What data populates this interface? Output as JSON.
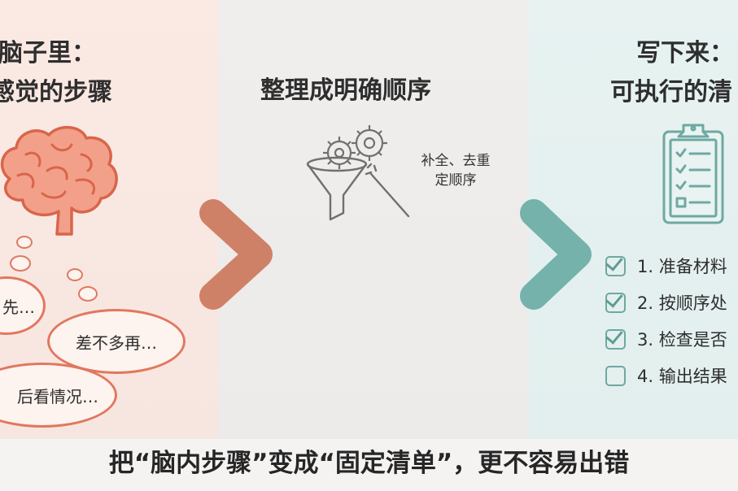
{
  "left": {
    "title_line1": "脑子里：",
    "title_line2": "感觉的步骤",
    "bubbles": [
      "先…",
      "差不多再…",
      "后看情况…"
    ]
  },
  "middle": {
    "title": "整理成明确顺序",
    "note_line1": "补全、去重",
    "note_line2": "定顺序"
  },
  "right": {
    "title_line1": "写下来：",
    "title_line2": "可执行的清",
    "checklist": [
      {
        "label": "1. 准备材料",
        "checked": true
      },
      {
        "label": "2. 按顺序处",
        "checked": true
      },
      {
        "label": "3. 检查是否",
        "checked": true
      },
      {
        "label": "4. 输出结果",
        "checked": false
      }
    ]
  },
  "caption": "把“脑内步骤”变成“固定清单”，更不容易出错",
  "colors": {
    "warm": "#e0785f",
    "teal": "#6fa8a2",
    "arrow_left": "#e57a5c",
    "arrow_right": "#7ab4ad"
  },
  "icons": [
    "brain-icon",
    "gears-icon",
    "funnel-icon",
    "magic-wand-icon",
    "clipboard-checklist-icon"
  ]
}
